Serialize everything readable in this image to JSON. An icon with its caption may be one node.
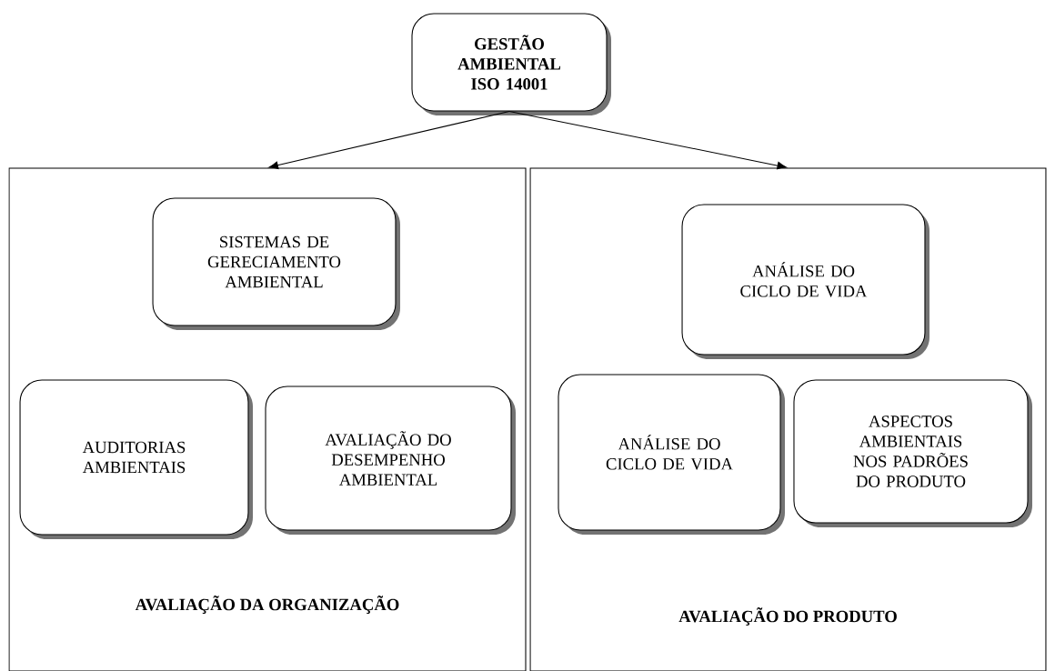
{
  "diagram": {
    "nodes": [
      {
        "text": [
          "GESTÃO AMBIENTAL ISO 14001"
        ]
      },
      {
        "text": [
          "AVALIAÇÃO DA ORGANIZAÇÃO"
        ]
      },
      {
        "text": [
          "SISTEMAS DE GERECIAMENTO AMBIENTAL"
        ],
        "in": 1
      },
      {
        "text": [
          "AUDITORIAS AMBIENTAIS"
        ],
        "in": 1
      },
      {
        "text": [
          "AVALIAÇÃO DO DESEMPENHO AMBIENTAL"
        ],
        "in": 1
      },
      {
        "text": [
          "AVALIAÇÃO DO PRODUTO"
        ]
      },
      {
        "text": [
          "ANÁLISE DO CICLO DE VIDA"
        ],
        "in": 5
      },
      {
        "text": [
          "ANÁLISE DO CICLO DE VIDA"
        ],
        "in": 5
      },
      {
        "text": [
          "ASPECTOS AMBIENTAIS NOS PADRÕES DO PRODUTO"
        ],
        "in": 5
      }
    ],
    "edges": [
      {
        "from": 0,
        "to": 1,
        "arrow": "to"
      },
      {
        "from": 0,
        "to": 5,
        "arrow": "to"
      }
    ]
  }
}
